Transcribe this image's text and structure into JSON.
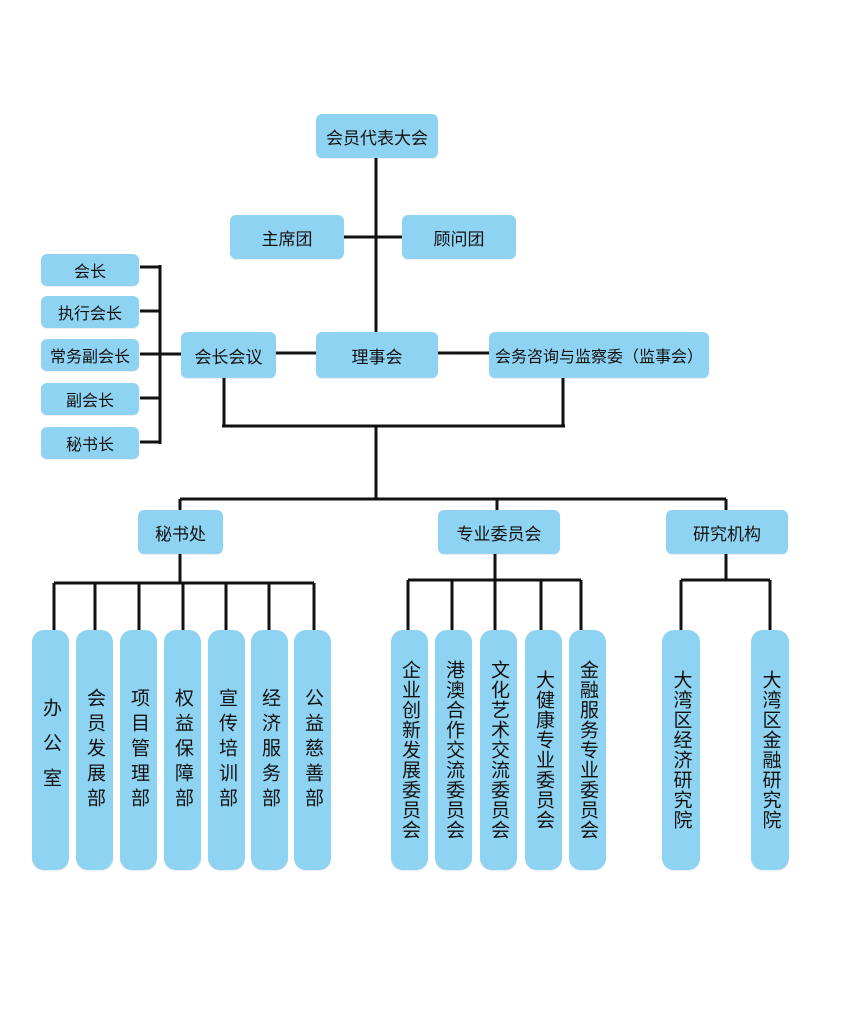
{
  "top": {
    "assembly": "会员代表大会"
  },
  "tier2": {
    "presidium": "主席团",
    "advisors": "顾问团"
  },
  "officers": [
    "会长",
    "执行会长",
    "常务副会长",
    "副会长",
    "秘书长"
  ],
  "tier3": {
    "president_meeting": "会长会议",
    "council": "理事会",
    "supervisory": "会务咨询与监察委（监事会）"
  },
  "tier4": {
    "secretariat": "秘书处",
    "committees": "专业委员会",
    "research": "研究机构"
  },
  "secretariat_depts": [
    "办公室",
    "会员发展部",
    "项目管理部",
    "权益保障部",
    "宣传培训部",
    "经济服务部",
    "公益慈善部"
  ],
  "committee_list": [
    "企业创新发展委员会",
    "港澳合作交流委员会",
    "文化艺术交流委员会",
    "大健康专业委员会",
    "金融服务专业委员会"
  ],
  "research_list": [
    "大湾区经济研究院",
    "大湾区金融研究院"
  ],
  "colors": {
    "box": "#8fd3f2",
    "line": "#111111"
  }
}
